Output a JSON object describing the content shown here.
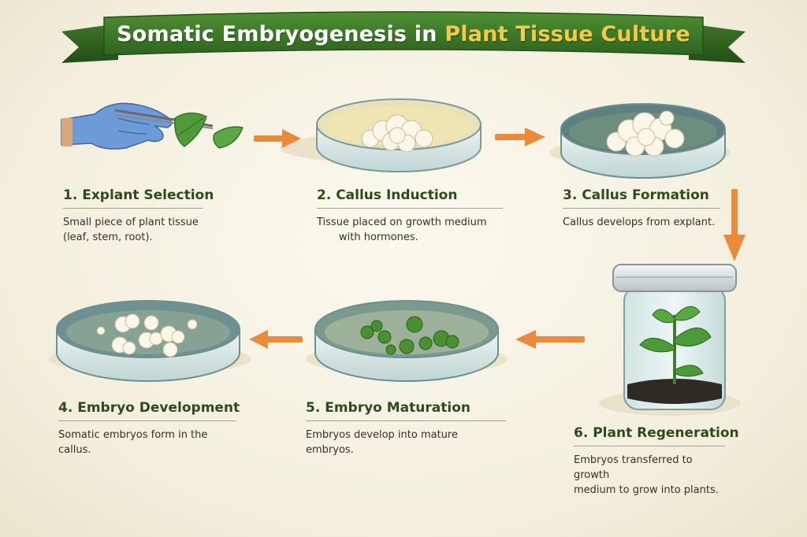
{
  "title": {
    "part1": "Somatic Embryogenesis in ",
    "part2": "Plant Tissue Culture"
  },
  "colors": {
    "banner_green": "#3f7a2a",
    "title_highlight": "#f2c94c",
    "arrow_orange": "#e98a3c",
    "heading_green": "#2f4a1e"
  },
  "steps": [
    {
      "title": "1. Explant Selection",
      "desc_lines": [
        "Small piece of plant tissue",
        "(leaf, stem, root)."
      ]
    },
    {
      "title": "2. Callus Induction",
      "desc_lines": [
        "Tissue placed on growth medium",
        "with hormones."
      ]
    },
    {
      "title": "3. Callus Formation",
      "desc_lines": [
        "Callus develops from explant."
      ]
    },
    {
      "title": "4. Embryo Development",
      "desc_lines": [
        "Somatic embryos form in the callus."
      ]
    },
    {
      "title": "5. Embryo Maturation",
      "desc_lines": [
        "Embryos develop into mature embryos."
      ]
    },
    {
      "title": "6. Plant Regeneration",
      "desc_lines": [
        "Embryos transferred to growth",
        "medium to grow into plants."
      ]
    }
  ],
  "icons": [
    "gloved-hand-icon",
    "forceps-icon",
    "leaf-icon",
    "petri-dish-icon",
    "callus-icon",
    "embryo-icon",
    "culture-jar-icon",
    "plantlet-icon",
    "arrow-icon"
  ]
}
